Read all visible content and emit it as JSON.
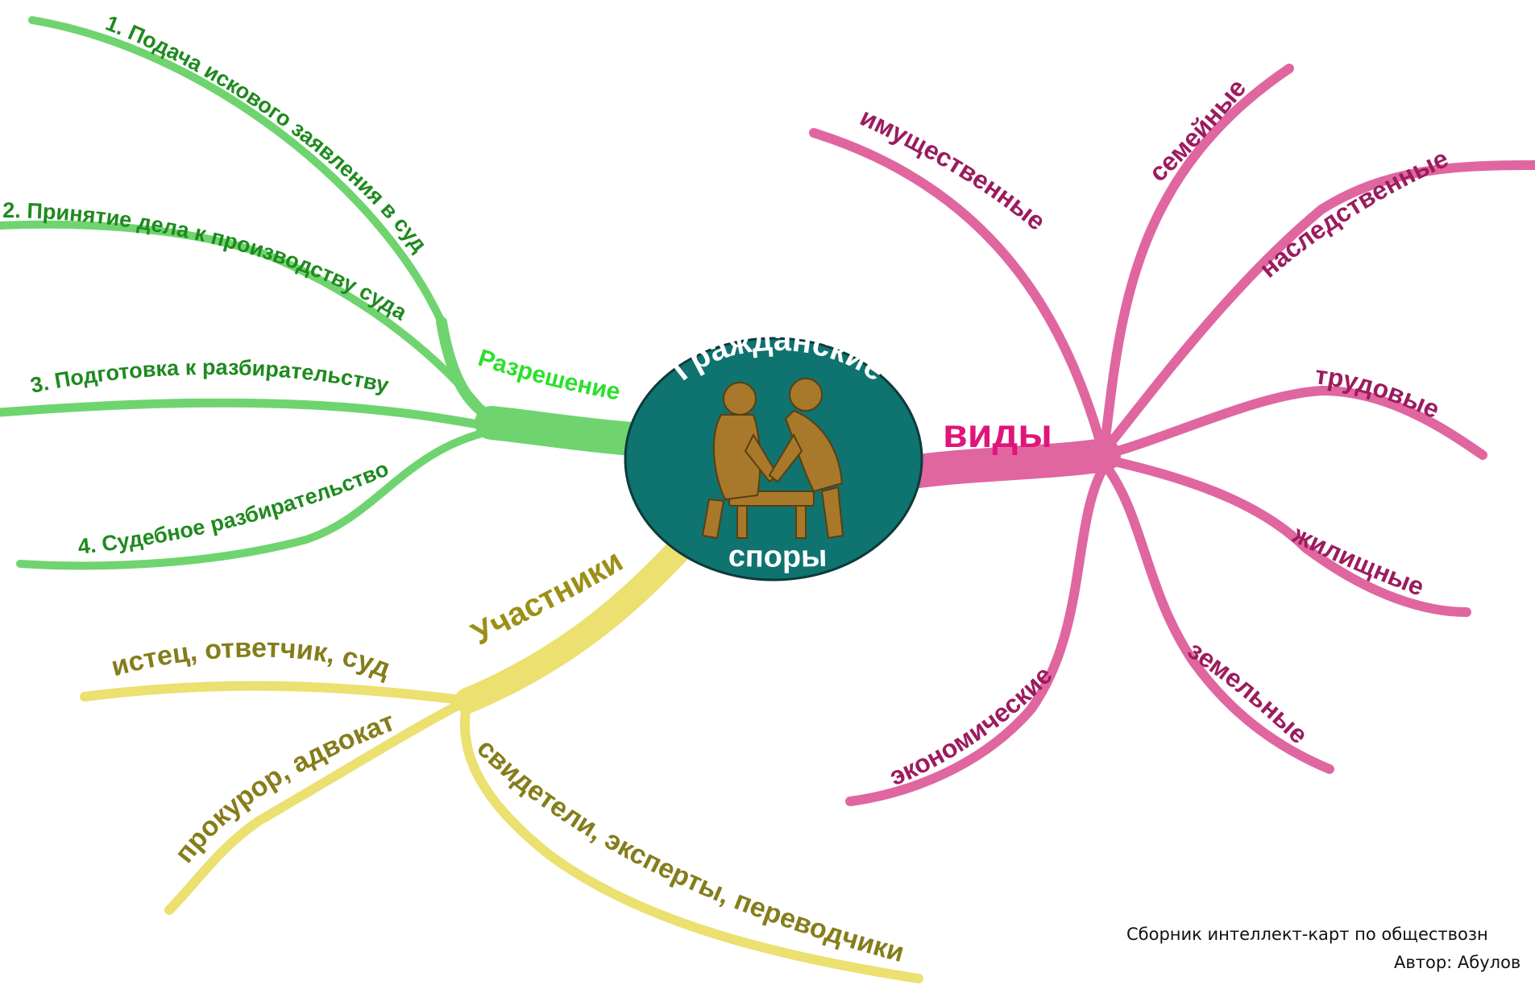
{
  "center": {
    "line1": "Гражданские",
    "line2": "споры",
    "image": "two-men-arguing-illustration"
  },
  "branches": {
    "resolution": {
      "title": "Разрешение",
      "color": "#6fd46f",
      "text_color": "#1e8a1e",
      "items": [
        "1. Подача искового заявления в суд",
        "2. Принятие дела к производству суда",
        "3. Подготовка к разбирательству",
        "4. Судебное разбирательство"
      ]
    },
    "types": {
      "title": "виды",
      "color": "#e066a0",
      "text_color": "#9c1b5e",
      "title_color": "#e0157a",
      "items": [
        "имущественные",
        "семейные",
        "наследственные",
        "трудовые",
        "жилищные",
        "земельные",
        "экономические"
      ]
    },
    "participants": {
      "title": "Участники",
      "color": "#ebe070",
      "text_color": "#857d1a",
      "items": [
        "истец, ответчик, суд",
        "прокурор, адвокат",
        "свидетели, эксперты, переводчики"
      ]
    }
  },
  "footer": {
    "line1": "Сборник интеллект-карт по обществозн",
    "line2": "Автор: Абулов"
  }
}
